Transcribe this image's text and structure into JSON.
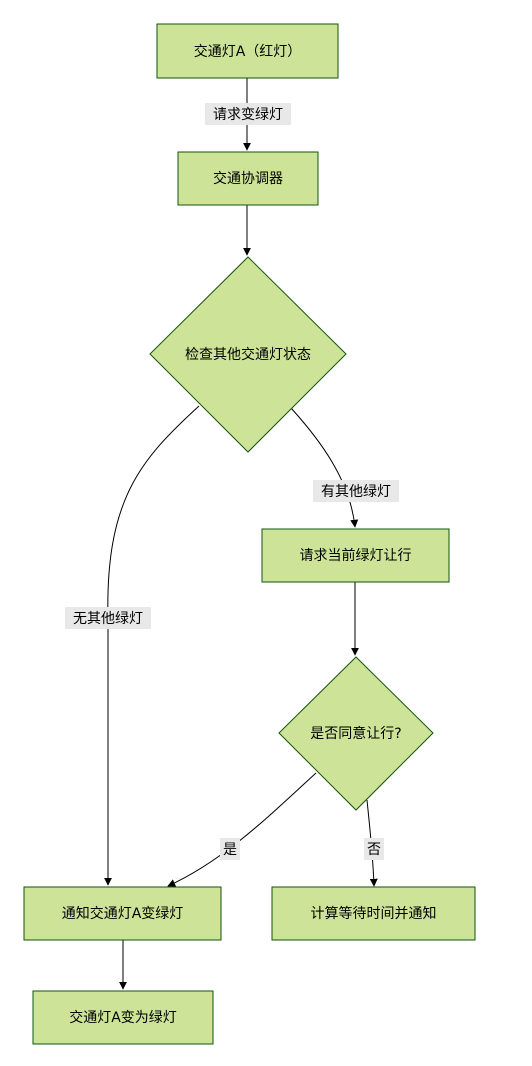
{
  "diagram": {
    "nodes": {
      "light_a_red": "交通灯A（红灯）",
      "coordinator": "交通协调器",
      "check_others": "检查其他交通灯状态",
      "request_yield": "请求当前绿灯让行",
      "agree_yield": "是否同意让行?",
      "notify_green": "通知交通灯A变绿灯",
      "calc_wait": "计算等待时间并通知",
      "light_a_green": "交通灯A变为绿灯"
    },
    "edge_labels": {
      "request_green": "请求变绿灯",
      "has_green": "有其他绿灯",
      "no_green": "无其他绿灯",
      "yes": "是",
      "no": "否"
    }
  },
  "colors": {
    "node_fill": "#cde498",
    "node_stroke": "#13540c",
    "edge": "#000000",
    "label_bg": "#e8e8e8"
  }
}
